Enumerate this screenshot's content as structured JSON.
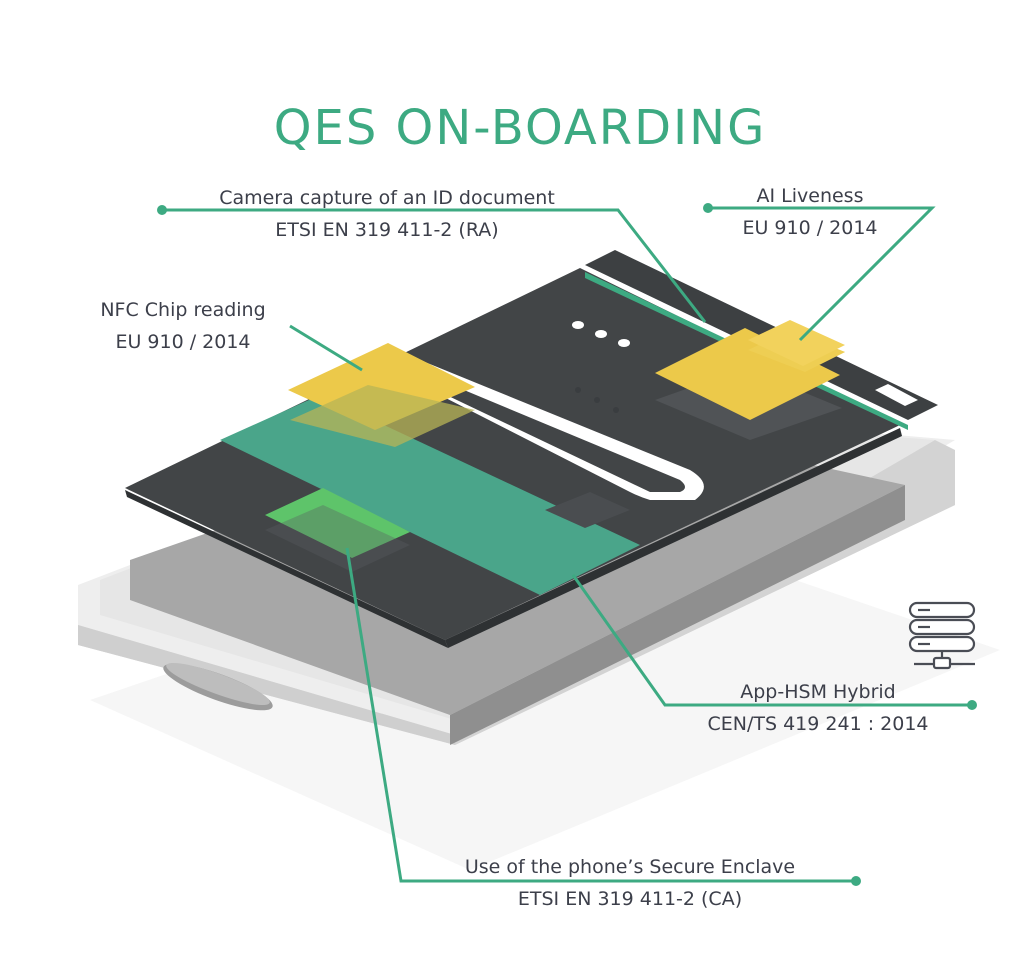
{
  "title": "QES ON-BOARDING",
  "colors": {
    "title": "#3daa82",
    "leader_line": "#3daa82",
    "card_dark": "#424547",
    "card_teal": "#4aa58a",
    "chip_yellow": "#ecc94a",
    "enclave_green": "#5ec46a",
    "phone_body": "#e9e9e9",
    "phone_screen": "#a9a9a9"
  },
  "icons": [
    "server-icon",
    "three-dots-icon"
  ],
  "callouts": [
    {
      "id": "camera",
      "title": "Camera capture of an ID document",
      "standard": "ETSI EN 319 411-2 (RA)"
    },
    {
      "id": "liveness",
      "title": "AI Liveness",
      "standard": "EU 910 / 2014"
    },
    {
      "id": "nfc",
      "title": "NFC Chip reading",
      "standard": "EU 910 / 2014"
    },
    {
      "id": "hsm",
      "title": "App-HSM Hybrid",
      "standard": "CEN/TS 419 241 : 2014"
    },
    {
      "id": "enclave",
      "title": "Use of the phone’s Secure Enclave",
      "standard": "ETSI EN 319 411-2 (CA)"
    }
  ]
}
